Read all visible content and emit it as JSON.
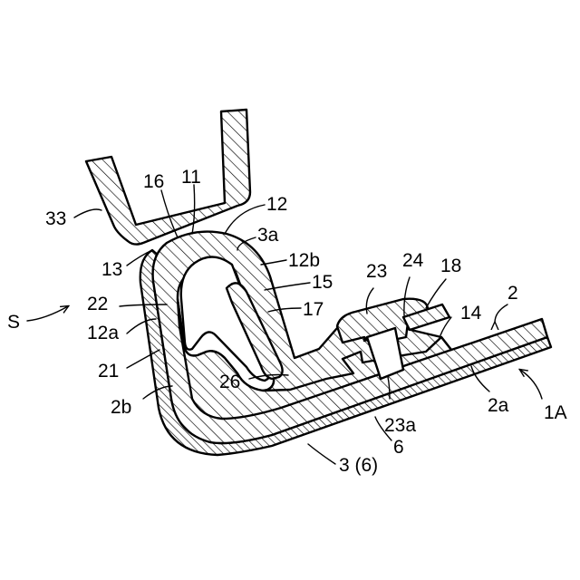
{
  "figure": {
    "labels": {
      "l33": "33",
      "l16": "16",
      "l11": "11",
      "l12": "12",
      "l3a": "3a",
      "l12b": "12b",
      "l13": "13",
      "l15": "15",
      "l23": "23",
      "l24": "24",
      "l18": "18",
      "l2": "2",
      "lS": "S",
      "l22": "22",
      "l17": "17",
      "l14": "14",
      "l12a": "12a",
      "l21": "21",
      "l26": "26",
      "l2b": "2b",
      "l2a": "2a",
      "l1A": "1A",
      "l23a": "23a",
      "l6": "6",
      "l3_6": "3 (6)"
    }
  }
}
